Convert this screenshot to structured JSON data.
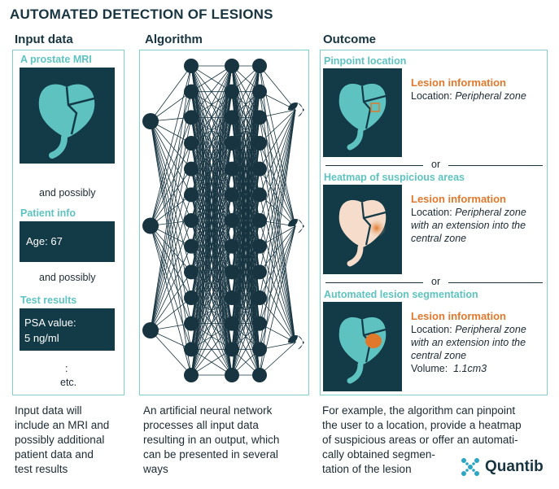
{
  "title": "AUTOMATED DETECTION OF LESIONS",
  "columns": {
    "input": "Input data",
    "algorithm": "Algorithm",
    "outcome": "Outcome"
  },
  "input_panel": {
    "mri_label": "A prostate MRI",
    "and_possibly_1": "and possibly",
    "patient_label": "Patient info",
    "age_text": "Age: 67",
    "and_possibly_2": "and possibly",
    "test_label": "Test results",
    "psa_line1": "PSA value:",
    "psa_line2": "5 ng/ml",
    "dots": ":",
    "etc": "etc."
  },
  "outcome_panel": {
    "pinpoint_label": "Pinpoint location",
    "heatmap_label": "Heatmap of suspicious areas",
    "segmentation_label": "Automated lesion segmentation",
    "or_1": "or",
    "or_2": "or",
    "lesion_info_title": "Lesion information",
    "location_prefix": "Location:",
    "pinpoint_location": "Peripheral zone",
    "heatmap_location_1": "Peripheral zone",
    "heatmap_location_2": "with an extension into the",
    "heatmap_location_3": "central zone",
    "seg_location_1": "Peripheral zone",
    "seg_location_2": "with an extension into the",
    "seg_location_3": "central zone",
    "volume_prefix": "Volume:",
    "volume_value": "1.1cm3"
  },
  "descriptions": {
    "input": [
      "Input data will",
      "include an MRI and",
      "possibly additional",
      "patient data and",
      "test results"
    ],
    "algorithm": [
      "An artificial neural network",
      "processes all input data",
      "resulting in an output, which",
      "can be presented in several",
      "ways"
    ],
    "outcome": [
      "For example, the algorithm can pinpoint",
      "the user to a location, provide a heatmap",
      "of suspicious areas or offer an automati-",
      "cally obtained segmen-",
      "tation of the lesion"
    ]
  },
  "logo": "Quantib",
  "colors": {
    "teal": "#5ec3c0",
    "dark": "#133a47",
    "orange": "#e0792c",
    "heat_light": "#f5dccb"
  }
}
